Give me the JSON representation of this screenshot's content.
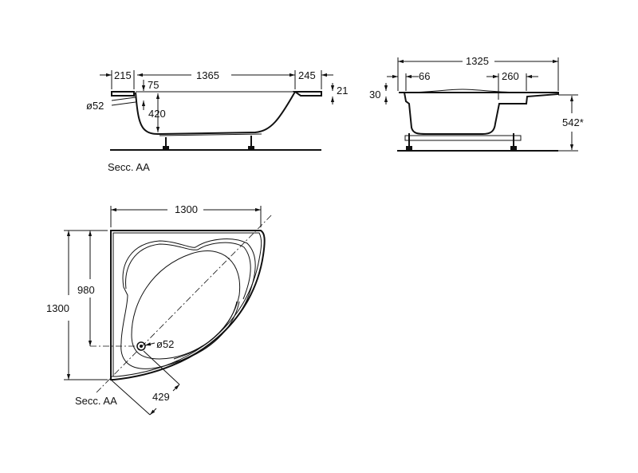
{
  "side_view": {
    "dim_left_deck": "215",
    "dim_inner_length": "1365",
    "dim_right_deck": "245",
    "dim_overflow": "75",
    "dim_depth": "420",
    "dim_waste": "ø52",
    "dim_rim": "21",
    "section_label": "Secc. AA"
  },
  "end_view": {
    "dim_width": "1325",
    "dim_left": "66",
    "dim_right": "260",
    "dim_rim": "30",
    "dim_height": "542*"
  },
  "plan_view": {
    "dim_width": "1300",
    "dim_length": "1300",
    "dim_drain_offset": "980",
    "dim_drain": "ø52",
    "dim_diagonal": "429",
    "section_label": "Secc. AA"
  }
}
